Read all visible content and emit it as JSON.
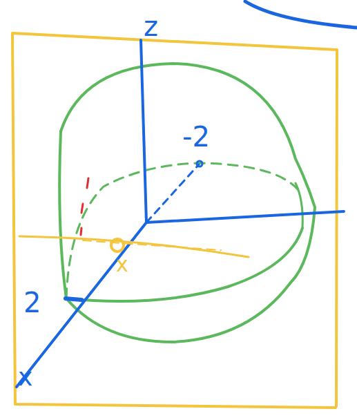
{
  "diagram": {
    "labels": [
      "z",
      "-2",
      "2",
      "x",
      "x"
    ]
  }
}
